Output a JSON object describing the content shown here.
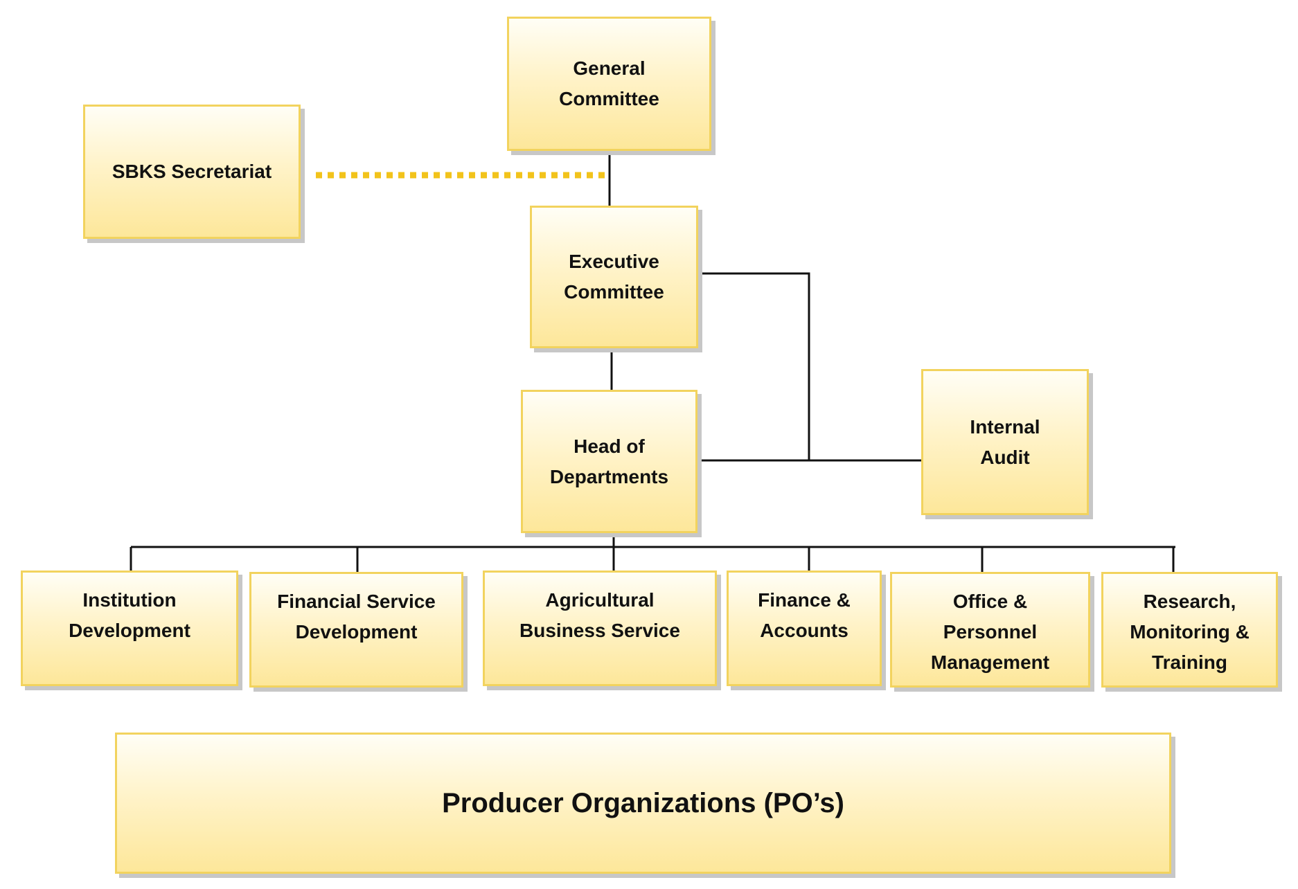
{
  "org_chart": {
    "general_committee": "General\nCommittee",
    "sbks_secretariat": "SBKS Secretariat",
    "executive_committee": "Executive\nCommittee",
    "head_of_departments": "Head of\nDepartments",
    "internal_audit": "Internal\nAudit",
    "departments": [
      "Institution\nDevelopment",
      "Financial Service\nDevelopment",
      "Agricultural\nBusiness Service",
      "Finance &\nAccounts",
      "Office &\nPersonnel\nManagement",
      "Research,\nMonitoring &\nTraining"
    ],
    "producer_organizations": "Producer Organizations (PO’s)"
  },
  "colors": {
    "box_border": "#f2d35e",
    "box_fill_top": "#fffef6",
    "box_fill_bottom": "#fde79a",
    "connector": "#111111",
    "dotted_link": "#f2c31b",
    "shadow": "#c7c7c7"
  }
}
